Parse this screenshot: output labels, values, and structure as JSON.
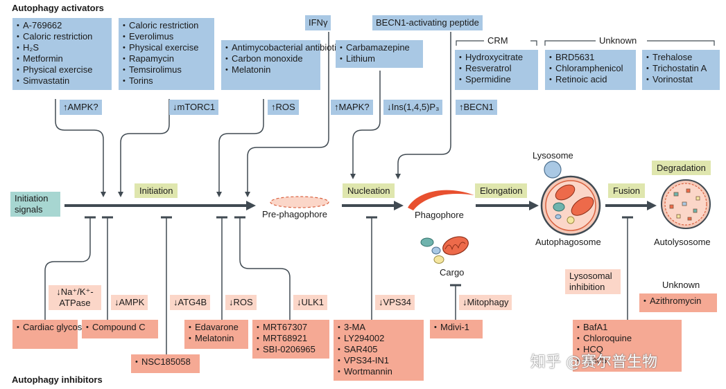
{
  "headings": {
    "activators": "Autophagy activators",
    "inhibitors": "Autophagy inhibitors"
  },
  "activators": {
    "box1": [
      "A-769662",
      "Caloric restriction",
      "H₂S",
      "Metformin",
      "Physical exercise",
      "Simvastatin"
    ],
    "box2": [
      "Caloric restriction",
      "Everolimus",
      "Physical exercise",
      "Rapamycin",
      "Temsirolimus",
      "Torins"
    ],
    "box3": [
      "Antimycobacterial antibiotics",
      "Carbon monoxide",
      "Melatonin"
    ],
    "ifn": "IFNγ",
    "becn1_peptide": "BECN1-activating peptide",
    "box4": [
      "Carbamazepine",
      "Lithium"
    ],
    "crm_label": "CRM",
    "crm": [
      "Hydroxycitrate",
      "Resveratrol",
      "Spermidine"
    ],
    "unknown_label": "Unknown",
    "unknown1": [
      "BRD5631",
      "Chloramphenicol",
      "Retinoic acid"
    ],
    "unknown2": [
      "Trehalose",
      "Trichostatin A",
      "Vorinostat"
    ]
  },
  "mechanisms_up": {
    "ampk": "↑AMPK?",
    "mtorc1": "↓mTORC1",
    "ros": "↑ROS",
    "mapk": "↑MAPK?",
    "ins": "↓Ins(1,4,5)P₃",
    "becn1": "↑BECN1"
  },
  "stages": {
    "initiation_signals": "Initiation signals",
    "initiation": "Initiation",
    "pre_phagophore": "Pre-phagophore",
    "nucleation": "Nucleation",
    "phagophore": "Phagophore",
    "cargo": "Cargo",
    "elongation": "Elongation",
    "lysosome": "Lysosome",
    "autophagosome": "Autophagosome",
    "fusion": "Fusion",
    "degradation": "Degradation",
    "autolysosome": "Autolysosome"
  },
  "mechanisms_down": {
    "na_k": "↓Na⁺/K⁺-ATPase",
    "ampk": "↓AMPK",
    "atg4b": "↓ATG4B",
    "ros": "↓ROS",
    "ulk1": "↓ULK1",
    "vps34": "↓VPS34",
    "mitophagy": "↓Mitophagy",
    "lysosomal": "Lysosomal inhibition",
    "unknown": "Unknown"
  },
  "inhibitors": {
    "cardiac": [
      "Cardiac glycosides"
    ],
    "compound_c": [
      "Compound C"
    ],
    "nsc": [
      "NSC185058"
    ],
    "edavarone": [
      "Edavarone",
      "Melatonin"
    ],
    "mrt": [
      "MRT67307",
      "MRT68921",
      "SBI-0206965"
    ],
    "vps": [
      "3-MA",
      "LY294002",
      "SAR405",
      "VPS34-IN1",
      "Wortmannin"
    ],
    "mdivi": [
      "Mdivi-1"
    ],
    "lyso": [
      "BafA1",
      "Chloroquine",
      "HCQ",
      "Lys05"
    ],
    "azithro": [
      "Azithromycin"
    ]
  },
  "watermark": "知乎 @赛尔普生物",
  "colors": {
    "activator": "#a9c8e4",
    "inhibitor": "#f5a994",
    "mechanism_down": "#fbd6c8",
    "stage": "#dfe6ae",
    "signal": "#a7d6d1"
  }
}
